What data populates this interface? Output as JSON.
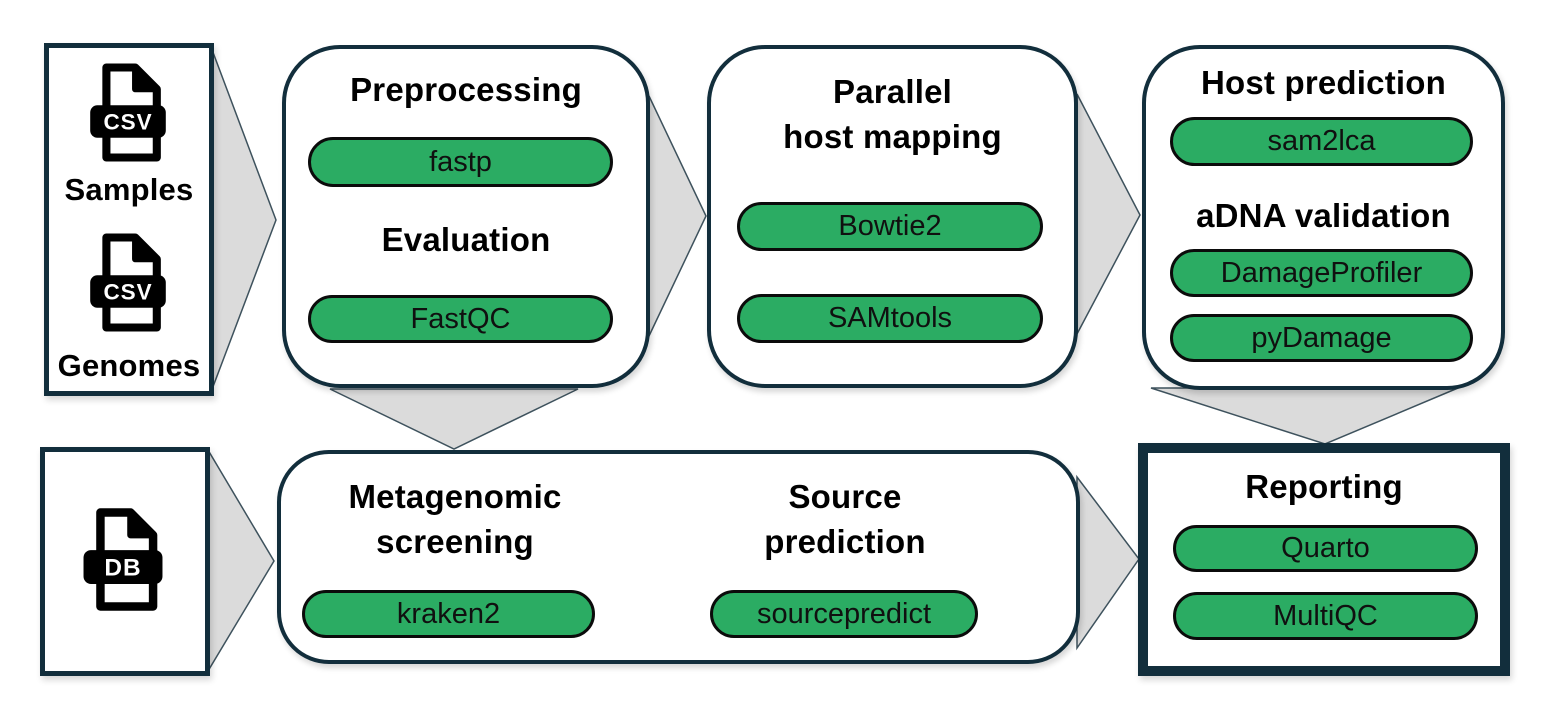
{
  "palette": {
    "tool_pill_green": "#2BAC63",
    "box_border_navy": "#122E3C",
    "arrow_fill_gray": "#DBDBDB",
    "pill_border_black": "#0B0B0B"
  },
  "inputs": {
    "samples": {
      "icon": "csv-file-icon",
      "icon_label": "CSV",
      "label": "Samples"
    },
    "genomes": {
      "icon": "csv-file-icon",
      "icon_label": "CSV",
      "label": "Genomes"
    },
    "database": {
      "icon": "db-file-icon",
      "icon_label": "DB"
    }
  },
  "stages": {
    "preprocessing": {
      "title": "Preprocessing",
      "tool": "fastp"
    },
    "evaluation": {
      "title": "Evaluation",
      "tool": "FastQC"
    },
    "host_mapping": {
      "title_line1": "Parallel",
      "title_line2": "host mapping",
      "tools": [
        "Bowtie2",
        "SAMtools"
      ]
    },
    "host_prediction": {
      "title": "Host prediction",
      "tool": "sam2lca"
    },
    "adna_validation": {
      "title": "aDNA validation",
      "tools": [
        "DamageProfiler",
        "pyDamage"
      ]
    },
    "metagenomic_screening": {
      "title_line1": "Metagenomic",
      "title_line2": "screening",
      "tool": "kraken2"
    },
    "source_prediction": {
      "title_line1": "Source",
      "title_line2": "prediction",
      "tool": "sourcepredict"
    },
    "reporting": {
      "title": "Reporting",
      "tools": [
        "Quarto",
        "MultiQC"
      ]
    }
  }
}
